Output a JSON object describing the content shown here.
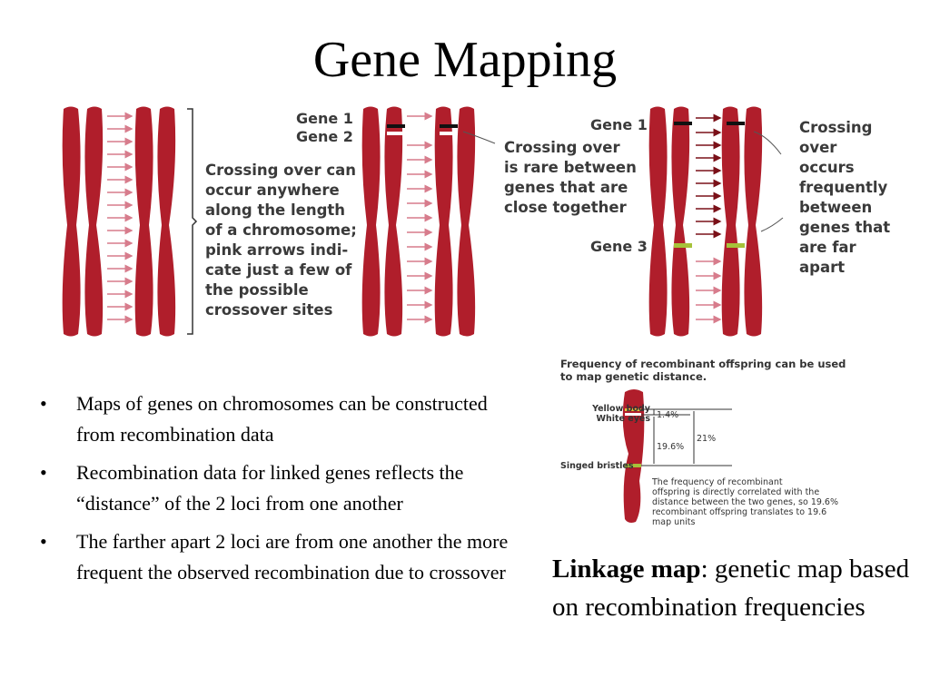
{
  "title": "Gene Mapping",
  "figure1": {
    "caption": "Crossing over can\noccur anywhere\nalong the length\nof a chromosome;\npink arrows indi-\ncate just a few of\nthe  possible\ncrossover sites",
    "gene1": "Gene 1",
    "gene2": "Gene 2",
    "rare_text": "Crossing over\nis rare between\ngenes that are\nclose together",
    "gene1b": "Gene 1",
    "gene3": "Gene 3",
    "frequent_text": "Crossing\nover\noccurs\nfrequently\nbetween\ngenes that\nare far\napart"
  },
  "figure2": {
    "caption": "Frequency of recombinant offspring can be used\nto map genetic distance.",
    "yellow_body": "Yellow body",
    "white_eyes": "White eyes",
    "singed_bristles": "Singed bristles",
    "dist_1": "1.4%",
    "dist_2": "19.6%",
    "dist_total": "21%",
    "note": "The frequency of recombinant\noffspring is directly correlated with the\ndistance between the two genes, so 19.6%\nrecombinant offspring translates to 19.6\nmap units"
  },
  "bullets": [
    "Maps of genes on chromosomes can be constructed from recombination data",
    "Recombination data for linked genes reflects the “distance” of the 2 loci from one another",
    "The farther apart 2 loci are from one another the more frequent the observed recombination due to crossover"
  ],
  "linkage": {
    "term": "Linkage map",
    "definition": ": genetic map based on recombination frequencies"
  },
  "colors": {
    "chromosome": "#b01e2b",
    "chromosome_dark": "#8a1420",
    "arrow_pink": "#d77c8c",
    "arrow_dark": "#7a1018",
    "gene_band_yellow": "#a6c23a",
    "text_label": "#3a3a3a"
  }
}
